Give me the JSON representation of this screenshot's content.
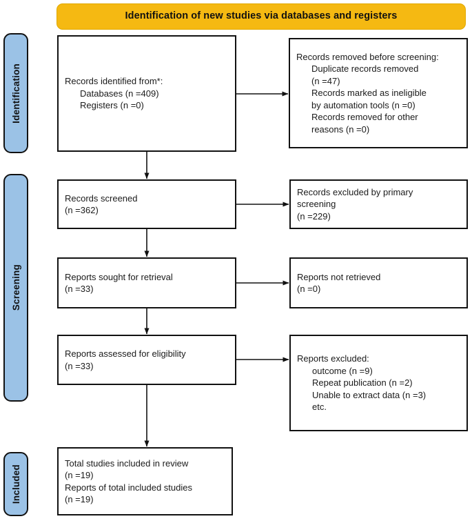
{
  "banner": {
    "label": "Identification of new studies via databases and registers"
  },
  "stages": [
    {
      "id": "identification",
      "label": "Identification"
    },
    {
      "id": "screening",
      "label": "Screening"
    },
    {
      "id": "included",
      "label": "Included"
    }
  ],
  "boxes": {
    "identified": {
      "lines": [
        "Records identified from*:",
        "Databases (n =409)",
        "Registers (n =0)"
      ]
    },
    "removed_before": {
      "lines": [
        "Records removed ",
        "before screening",
        ":",
        "Duplicate records removed",
        "(n =47)",
        "Records marked as ineligible",
        "by automation tools (n =0)",
        "Records removed for other",
        "reasons (n =0)"
      ]
    },
    "screened": {
      "lines": [
        "Records screened",
        "(n =362)"
      ]
    },
    "excluded_primary": {
      "lines": [
        "Records excluded by primary",
        "screening",
        "(n =229)"
      ]
    },
    "sought": {
      "lines": [
        "Reports sought for retrieval",
        "(n =33)"
      ]
    },
    "not_retrieved": {
      "lines": [
        "Reports not retrieved",
        "(n =0)"
      ]
    },
    "assessed": {
      "lines": [
        "Reports assessed for eligibility",
        "(n =33)"
      ]
    },
    "reports_excluded": {
      "lines": [
        "Reports excluded:",
        "outcome (n =9)",
        "Repeat publication (n =2)",
        "Unable to extract data (n =3)",
        "etc."
      ]
    },
    "included_total": {
      "lines": [
        "Total studies included in review",
        "(n =19)",
        "Reports of total included studies",
        "(n =19)"
      ]
    }
  },
  "colors": {
    "banner_fill": "#F5B912",
    "banner_stroke": "#E0A800",
    "stage_tab_fill": "#9BC2E6",
    "box_stroke": "#111111",
    "text": "#1a1a1a",
    "background": "#ffffff"
  }
}
